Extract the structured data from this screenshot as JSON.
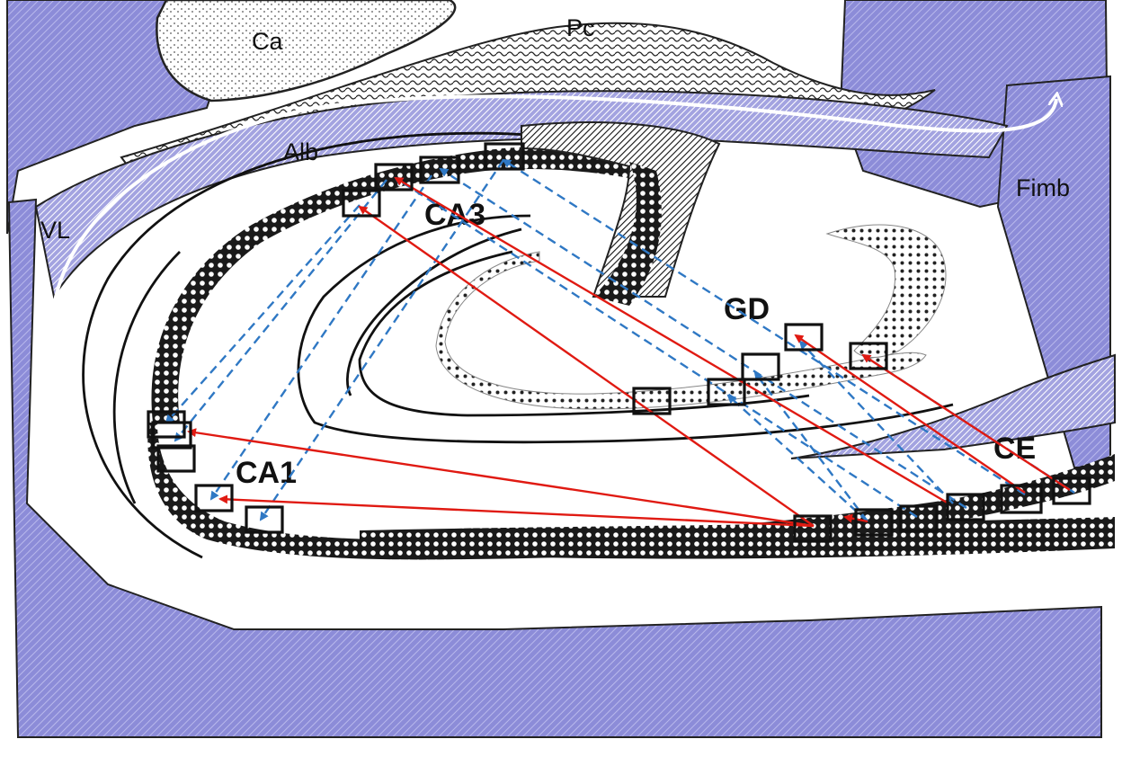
{
  "labels": {
    "ca": "Ca",
    "pc": "Pc",
    "alb": "Alb",
    "fimb": "Fimb",
    "vl": "VL",
    "ca3": "CA3",
    "gd": "GD",
    "ce": "CE",
    "ca1": "CA1"
  },
  "colors": {
    "region_fill": "#8c8cd8",
    "arrow_solid": "#e01a12",
    "arrow_dashed": "#2f78c4",
    "outline": "#111111",
    "background": "#ffffff"
  }
}
